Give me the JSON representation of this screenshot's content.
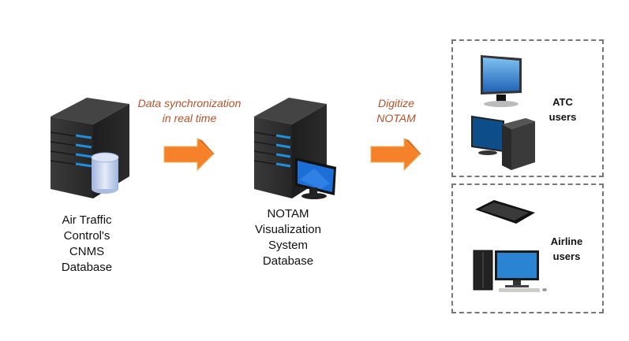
{
  "nodes": {
    "cnms": {
      "label": "Air Traffic\nControl's\nCNMS\nDatabase"
    },
    "notam_system": {
      "label": "NOTAM\nVisualization\nSystem\nDatabase"
    }
  },
  "edges": [
    {
      "label": "Data synchronization\nin real time"
    },
    {
      "label": "Digitize\nNOTAM"
    }
  ],
  "groups": {
    "atc": {
      "label": "ATC\nusers"
    },
    "airline": {
      "label": "Airline\nusers"
    }
  },
  "colors": {
    "arrow": "#f5822a",
    "annotation_text": "#b5512a",
    "server_body": "#2e2e2e",
    "server_led": "#1e8fe0",
    "dash_border": "#777777"
  }
}
